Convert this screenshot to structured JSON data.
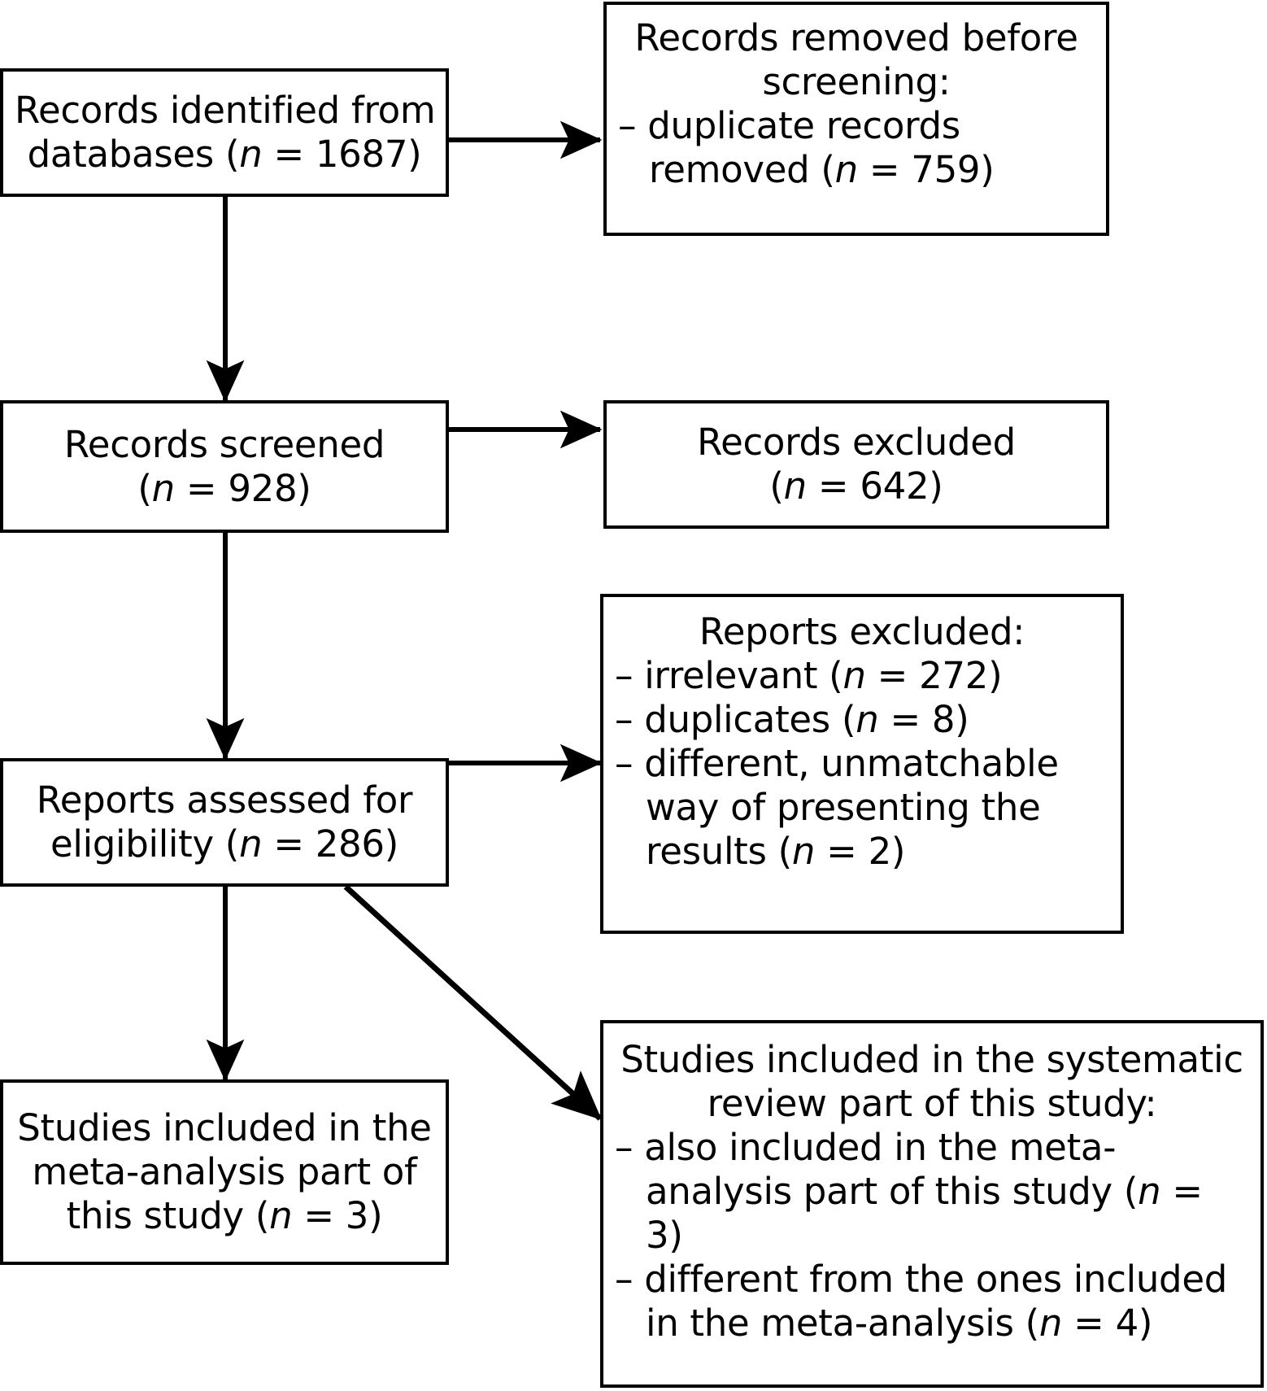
{
  "diagram": {
    "type": "PRISMA flow diagram",
    "boxes": {
      "identification": {
        "lines": [
          "Records identified from",
          "databases (n = 1687)"
        ],
        "count": "1687"
      },
      "removed_before_screening": {
        "lines": [
          "Records removed before",
          "screening:"
        ],
        "bullets": [
          "– duplicate records removed (n = 759)"
        ],
        "count": "759"
      },
      "records_screened": {
        "lines": [
          "Records screened",
          "(n = 928)"
        ],
        "count": "928"
      },
      "records_excluded": {
        "lines": [
          "Records excluded",
          "(n = 642)"
        ],
        "count": "642"
      },
      "reports_assessed": {
        "lines": [
          "Reports assessed for",
          "eligibility (n = 286)"
        ],
        "count": "286"
      },
      "reports_excluded": {
        "heading": "Reports excluded:",
        "bullets": [
          "– irrelevant (n = 272)",
          "– duplicates (n = 8)",
          "– different, unmatchable way of presenting the results (n = 2)"
        ],
        "counts": [
          "272",
          "8",
          "2"
        ]
      },
      "included_meta": {
        "lines": [
          "Studies included in the",
          "meta-analysis part of",
          "this study (n = 3)"
        ],
        "count": "3"
      },
      "included_systematic": {
        "heading_lines": [
          "Studies included in the systematic",
          "review part of this study:"
        ],
        "bullets": [
          "– also included in the meta-analysis part of this study (n = 3)",
          "– different from the ones included in the meta-analysis (n = 4)"
        ],
        "counts": [
          "3",
          "4"
        ]
      }
    },
    "edges": [
      {
        "from": "identification",
        "to": "removed_before_screening",
        "style": "horizontal-arrow"
      },
      {
        "from": "identification",
        "to": "records_screened",
        "style": "vertical-arrow"
      },
      {
        "from": "records_screened",
        "to": "records_excluded",
        "style": "horizontal-arrow"
      },
      {
        "from": "records_screened",
        "to": "reports_assessed",
        "style": "vertical-arrow"
      },
      {
        "from": "reports_assessed",
        "to": "reports_excluded",
        "style": "horizontal-arrow"
      },
      {
        "from": "reports_assessed",
        "to": "included_meta",
        "style": "vertical-arrow"
      },
      {
        "from": "reports_assessed",
        "to": "included_systematic",
        "style": "diagonal-arrow"
      }
    ],
    "colors": {
      "stroke": "#000000",
      "background": "#ffffff",
      "text": "#000000"
    }
  }
}
